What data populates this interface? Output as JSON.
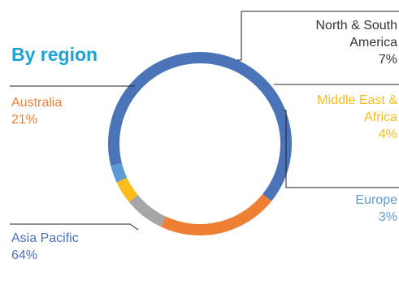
{
  "colors": {
    "title": "#1aa3d9",
    "leader": "#222222",
    "dark_text": "#333333"
  },
  "chart_data": {
    "type": "pie",
    "variant": "donut",
    "title": "By region",
    "slices": [
      {
        "name": "Asia Pacific",
        "name_lines": [
          "Asia Pacific"
        ],
        "value": 64,
        "value_label": "64%",
        "color": "#4a73b8"
      },
      {
        "name": "Australia",
        "name_lines": [
          "Australia"
        ],
        "value": 21,
        "value_label": "21%",
        "color": "#ee7f33"
      },
      {
        "name": "North & South America",
        "name_lines": [
          "North & South",
          "America"
        ],
        "value": 7,
        "value_label": "7%",
        "color": "#a6a6a6"
      },
      {
        "name": "Middle East & Africa",
        "name_lines": [
          "Middle East &",
          "Africa"
        ],
        "value": 4,
        "value_label": "4%",
        "color": "#fbbc1a"
      },
      {
        "name": "Europe",
        "name_lines": [
          "Europe"
        ],
        "value": 3,
        "value_label": "3%",
        "color": "#5b9bd5"
      }
    ]
  }
}
